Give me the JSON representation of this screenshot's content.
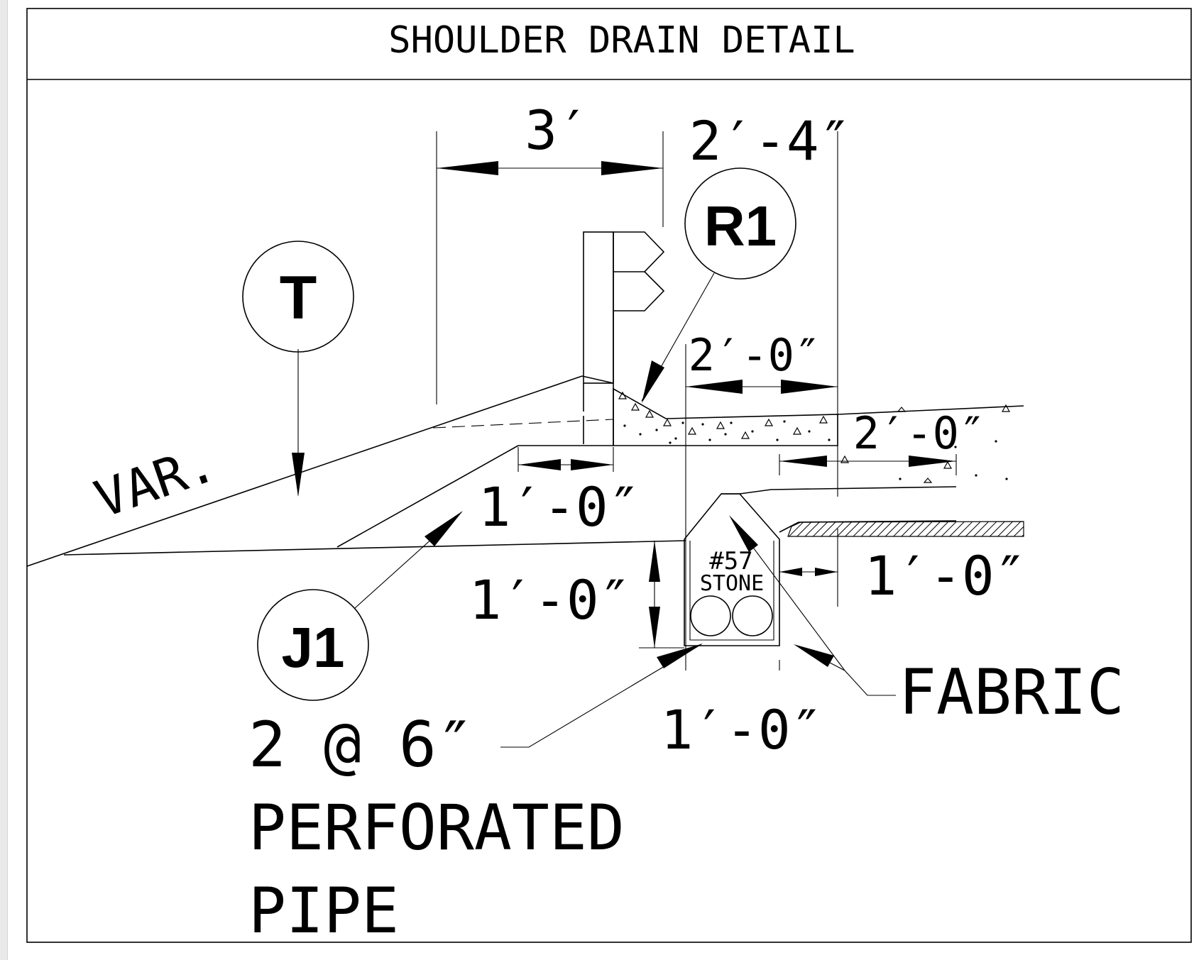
{
  "title": "SHOULDER DRAIN DETAIL",
  "callouts": {
    "t": "T",
    "r1": "R1",
    "j1": "J1"
  },
  "dimensions": {
    "d_3ft": "3′",
    "d_2ft4in": "2′-4″",
    "d_2ft0in_top": "2′-0″",
    "d_2ft0in_right": "2′-0″",
    "d_1ft0in_left": "1′-0″",
    "d_1ft0in_depth": "1′-0″",
    "d_1ft0in_right": "1′-0″",
    "d_1ft0in_bottom": "1′-0″"
  },
  "labels": {
    "var": "VAR.",
    "stone_num": "#57",
    "stone": "STONE",
    "fabric": "FABRIC",
    "pipe_line1": "2 @ 6″",
    "pipe_line2": "PERFORATED",
    "pipe_line3": "PIPE"
  }
}
